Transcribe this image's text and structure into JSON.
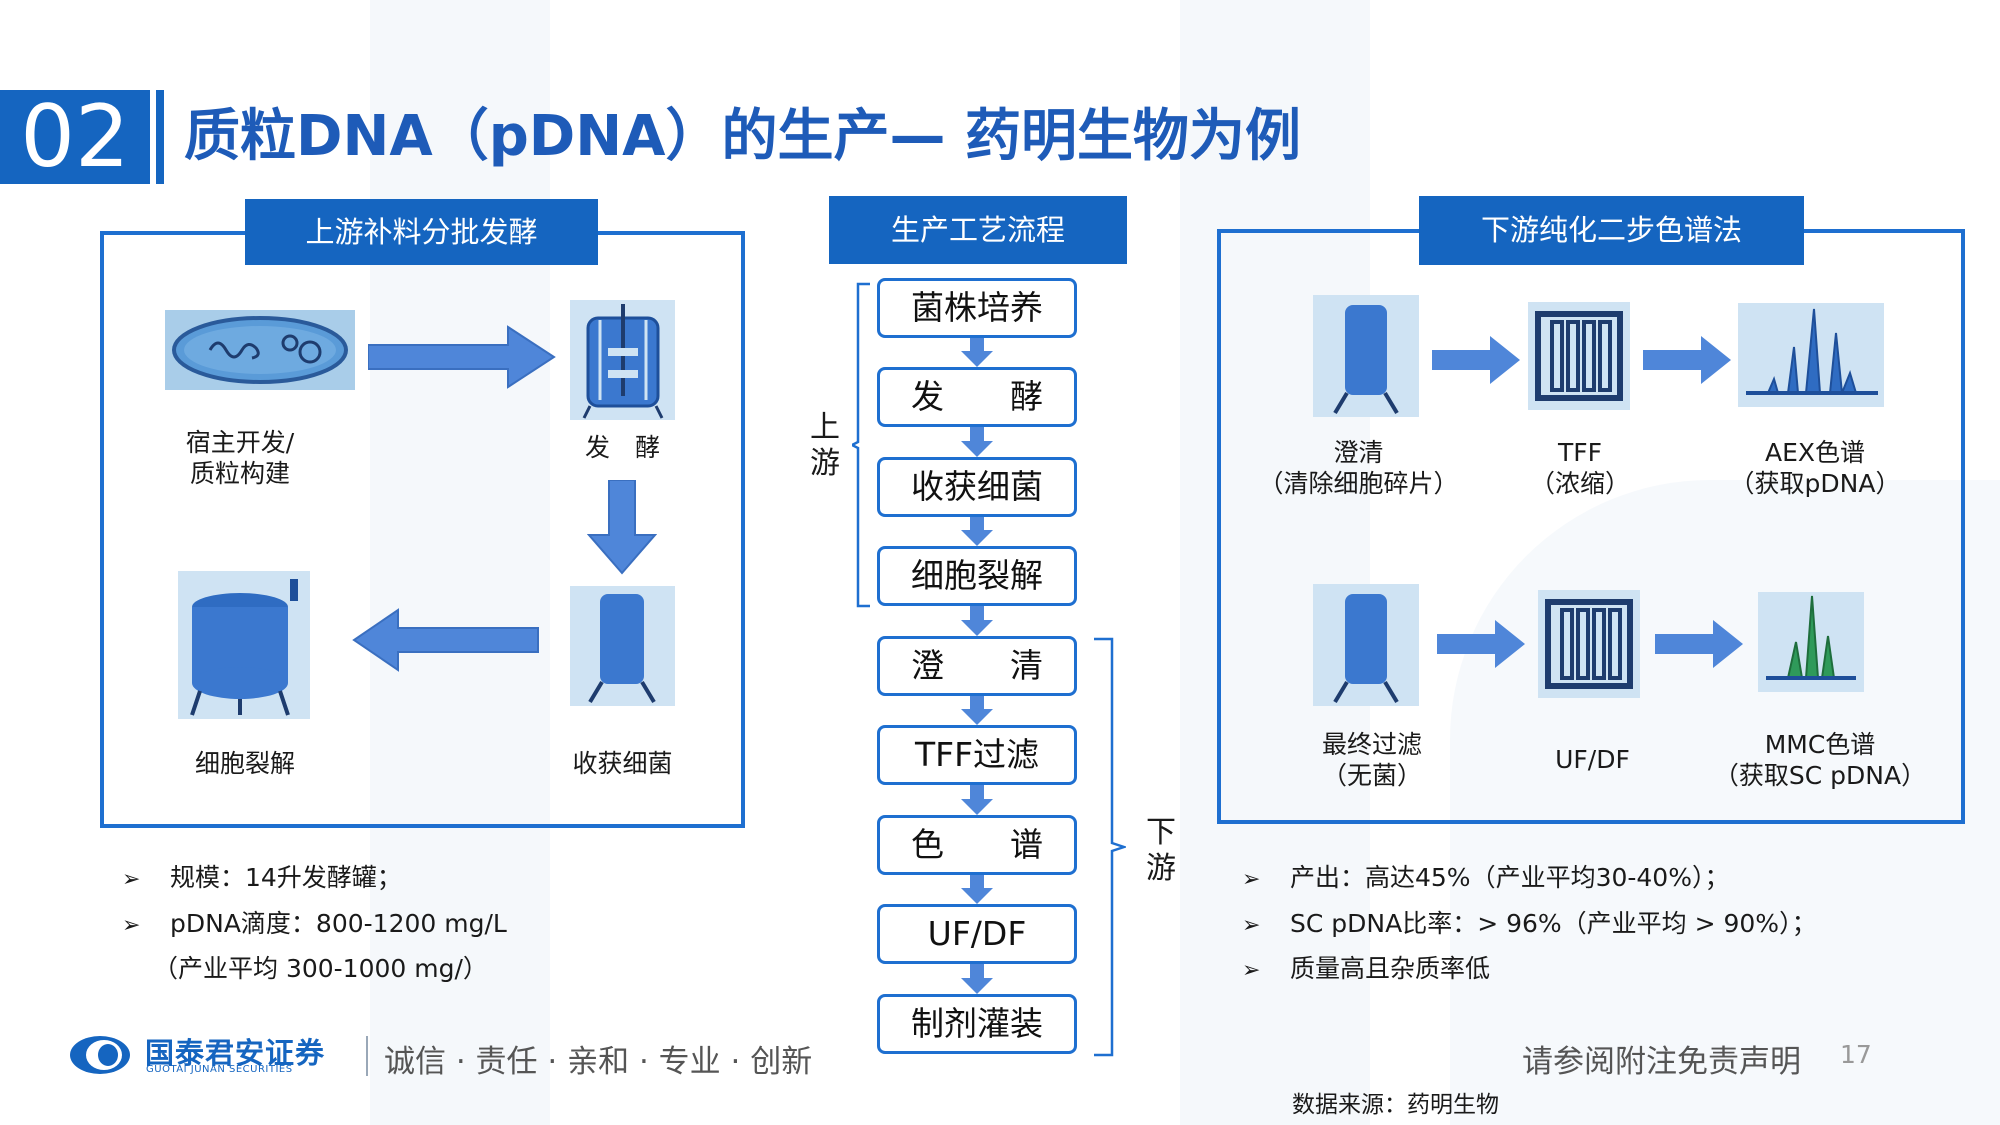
{
  "header": {
    "number": "02",
    "title": "质粒DNA（pDNA）的生产— 药明生物为例"
  },
  "upstream_panel": {
    "title": "上游补料分批发酵",
    "labels": {
      "host_dev": "宿主开发/",
      "host_dev_2": "质粒构建",
      "fermentation": "发　酵",
      "harvest": "收获细菌",
      "lysis": "细胞裂解"
    },
    "bullets": [
      "规模：14升发酵罐；",
      "pDNA滴度：800-1200 mg/L",
      "（产业平均 300-1000 mg/）"
    ]
  },
  "process": {
    "title": "生产工艺流程",
    "steps": [
      "菌株培养",
      "发　　酵",
      "收获细菌",
      "细胞裂解",
      "澄　　清",
      "TFF过滤",
      "色　　谱",
      "UF/DF",
      "制剂灌装"
    ],
    "upstream_label": "上\n游",
    "upstream_l1": "上",
    "upstream_l2": "游",
    "downstream_l1": "下",
    "downstream_l2": "游"
  },
  "downstream_panel": {
    "title": "下游纯化二步色谱法",
    "row1": [
      {
        "name": "澄清",
        "desc": "（清除细胞碎片）"
      },
      {
        "name": "TFF",
        "desc": "（浓缩）"
      },
      {
        "name": "AEX色谱",
        "desc": "（获取pDNA）"
      }
    ],
    "row2": [
      {
        "name": "最终过滤",
        "desc": "（无菌）"
      },
      {
        "name": "UF/DF",
        "desc": ""
      },
      {
        "name": "MMC色谱",
        "desc": "（获取SC pDNA）"
      }
    ],
    "bullets": [
      "产出：高达45%（产业平均30-40%）；",
      "SC pDNA比率：> 96%（产业平均 > 90%）；",
      "质量高且杂质率低"
    ]
  },
  "footer": {
    "company_cn": "国泰君安证券",
    "company_en": "GUOTAI JUNAN SECURITIES",
    "slogan": "诚信 · 责任 · 亲和 · 专业 · 创新",
    "disclaimer": "请参阅附注免责声明",
    "page": "17",
    "source": "数据来源：药明生物"
  },
  "colors": {
    "brand_blue": "#1565c0",
    "arrow_blue": "#4f86d9",
    "vessel_blue": "#3b78cf"
  },
  "icons": [
    "bacteria-plasmid-icon",
    "fermenter-icon",
    "harvest-vessel-icon",
    "lysis-tank-icon",
    "tff-cassette-icon",
    "chromatogram-icon",
    "arrow-right-icon",
    "arrow-down-icon",
    "arrow-left-icon",
    "bullet-arrow-icon",
    "company-logo"
  ]
}
